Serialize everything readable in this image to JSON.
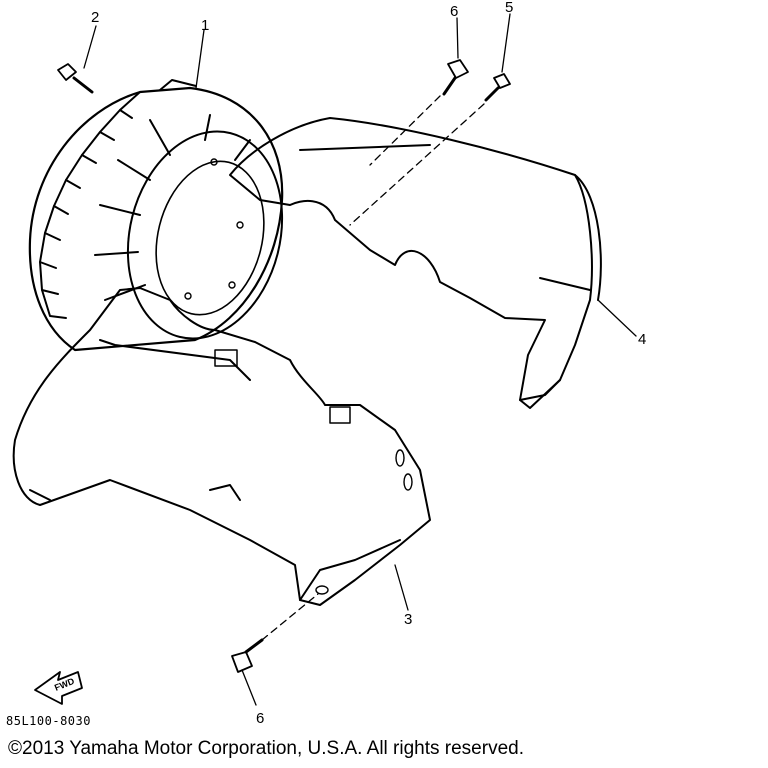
{
  "diagram": {
    "callouts": {
      "c1": "1",
      "c2": "2",
      "c3": "3",
      "c4": "4",
      "c5": "5",
      "c6_top": "6",
      "c6_bottom": "6"
    },
    "direction_label": "FWD",
    "part_code": "85L100-8030",
    "copyright": "©2013 Yamaha Motor Corporation, U.S.A. All rights reserved."
  },
  "colors": {
    "line": "#000000",
    "background": "#ffffff"
  }
}
